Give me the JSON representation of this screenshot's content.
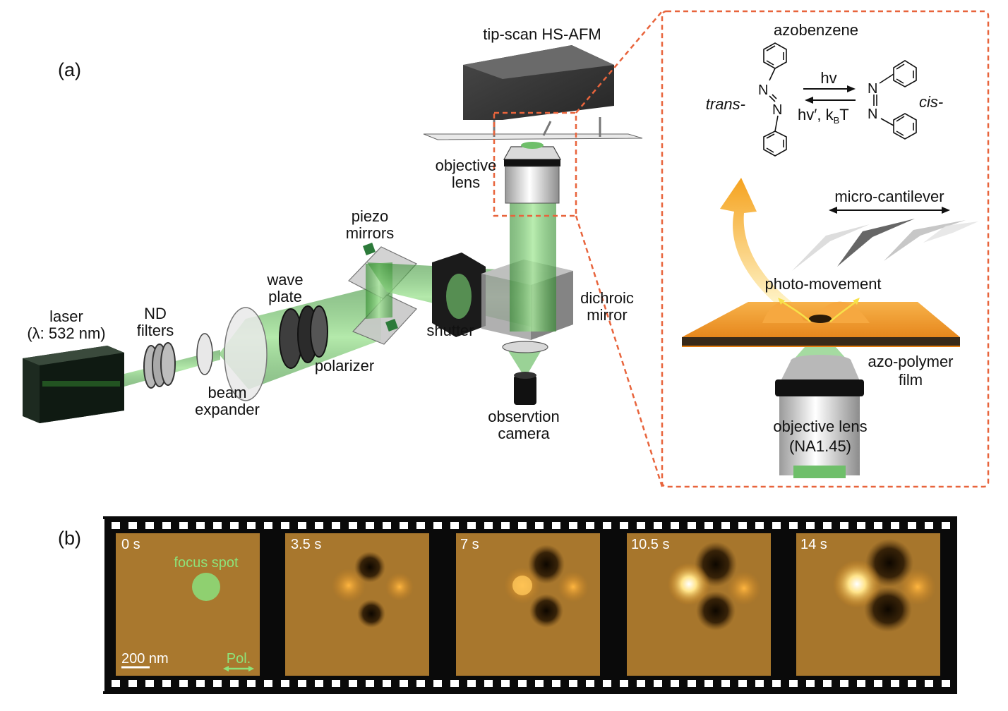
{
  "panel_a": {
    "label": "(a)",
    "components": {
      "laser": [
        "laser",
        "(λ: 532 nm)"
      ],
      "nd_filters": [
        "ND",
        "filters"
      ],
      "beam_expander": [
        "beam",
        "expander"
      ],
      "wave_plate": [
        "wave",
        "plate"
      ],
      "polarizer": "polarizer",
      "piezo_mirrors": [
        "piezo",
        "mirrors"
      ],
      "shutter": "shutter",
      "dichroic_mirror": [
        "dichroic",
        "mirror"
      ],
      "objective_lens": [
        "objective",
        "lens"
      ],
      "observation_camera": [
        "observtion",
        "camera"
      ],
      "afm": "tip-scan HS-AFM"
    }
  },
  "inset": {
    "azobenzene": "azobenzene",
    "trans": "trans-",
    "cis": "cis-",
    "forward": "hv",
    "reverse_main": "hv′, k",
    "reverse_sub": "B",
    "reverse_tail": "T",
    "n_upper": "N",
    "n_lower": "N",
    "micro_cantilever": "micro-cantilever",
    "photo_movement": "photo-movement",
    "film": [
      "azo-polymer",
      "film"
    ],
    "objective": [
      "objective lens",
      "(NA1.45)"
    ],
    "border_color": "#e8643c"
  },
  "panel_b": {
    "label": "(b)",
    "frames": [
      {
        "time": "0 s"
      },
      {
        "time": "3.5 s"
      },
      {
        "time": "7 s"
      },
      {
        "time": "10.5 s"
      },
      {
        "time": "14 s"
      }
    ],
    "focus_spot": "focus spot",
    "scale_bar": "200 nm",
    "polarization": "Pol."
  }
}
